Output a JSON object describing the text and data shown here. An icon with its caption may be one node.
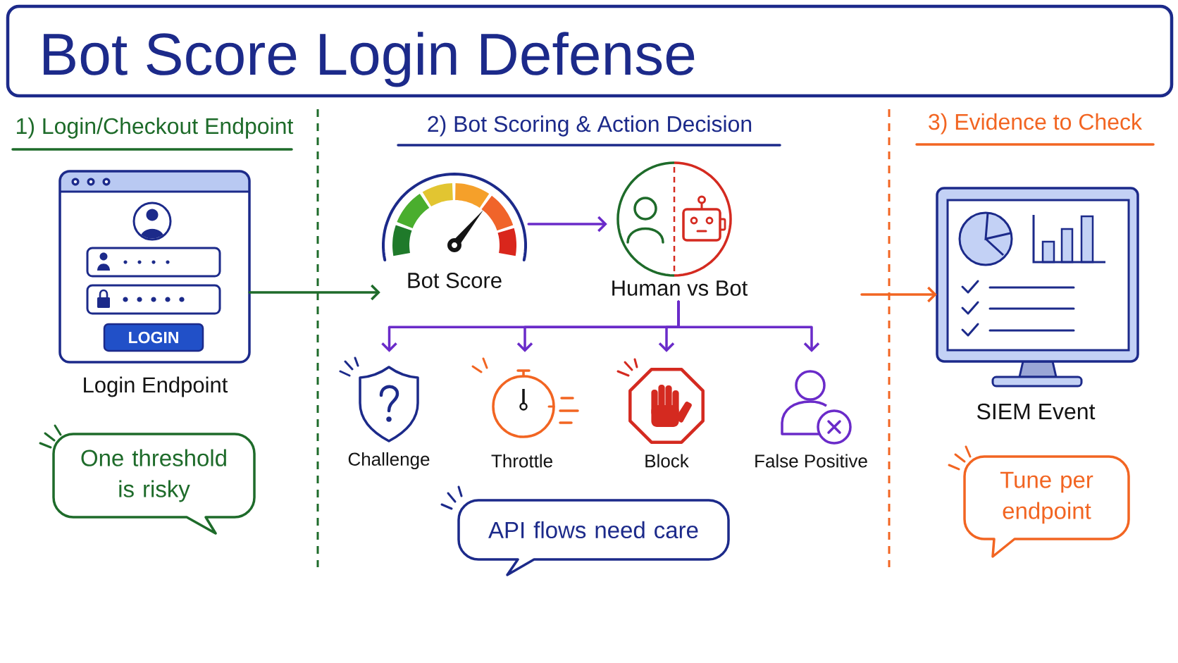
{
  "diagram": {
    "title": "Bot Score Login Defense",
    "nodes": [
      {
        "text": [
          "LOGIN",
          "Login Endpoint"
        ]
      },
      {
        "text": [
          "One threshold is risky"
        ]
      },
      {
        "text": [
          "Bot Score"
        ]
      },
      {
        "text": [
          "Human vs Bot"
        ]
      },
      {
        "text": [
          "Challenge"
        ]
      },
      {
        "text": [
          "Throttle"
        ]
      },
      {
        "text": [
          "Block"
        ]
      },
      {
        "text": [
          "False Positive"
        ]
      },
      {
        "text": [
          "API flows need care"
        ]
      },
      {
        "text": [
          "SIEM Event"
        ]
      },
      {
        "text": [
          "Tune per endpoint"
        ]
      }
    ],
    "edges": [
      {
        "from": 0,
        "to": 2,
        "arrow": "to",
        "color": "#1e6b2a"
      },
      {
        "from": 2,
        "to": 3,
        "arrow": "to"
      },
      {
        "from": 3,
        "to": 4,
        "arrow": "to"
      },
      {
        "from": 3,
        "to": 5,
        "arrow": "to"
      },
      {
        "from": 3,
        "to": 6,
        "arrow": "to"
      },
      {
        "from": 3,
        "to": 7,
        "arrow": "to"
      },
      {
        "from": null,
        "to": 9,
        "arrow": "to",
        "color": "#f26522"
      }
    ],
    "labels": [
      "1) Login/Checkout Endpoint",
      "2) Bot Scoring & Action Decision",
      "3) Evidence to Check"
    ]
  }
}
